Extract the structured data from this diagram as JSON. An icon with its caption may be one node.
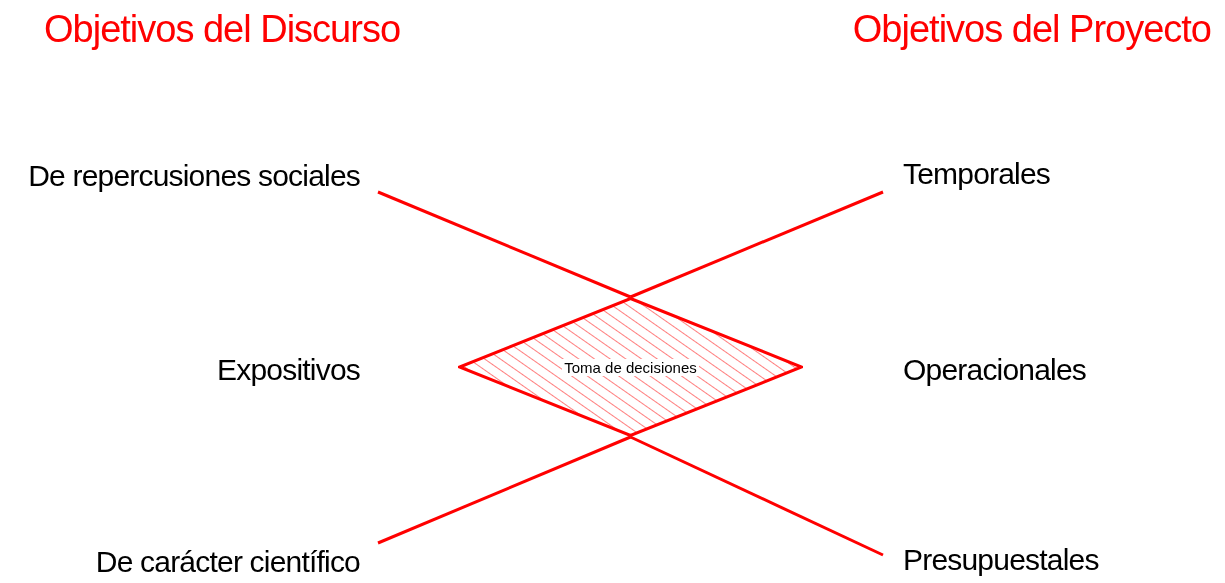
{
  "diagram": {
    "nodes": [
      {
        "text": [
          "De repercusiones sociales"
        ]
      },
      {
        "text": [
          "Temporales"
        ]
      },
      {
        "text": [
          "Expositivos"
        ]
      },
      {
        "text": [
          "Toma de decisiones"
        ]
      },
      {
        "text": [
          "Operacionales"
        ]
      },
      {
        "text": [
          "De carácter científico"
        ]
      },
      {
        "text": [
          "Presupuestales"
        ]
      }
    ],
    "edges": [
      {
        "from": 0,
        "to": 3,
        "arrow": "none"
      },
      {
        "from": 3,
        "to": 1,
        "arrow": "none"
      },
      {
        "from": 5,
        "to": 3,
        "arrow": "none"
      },
      {
        "from": 3,
        "to": 6,
        "arrow": "none"
      }
    ],
    "labels": [
      "Objetivos del Discurso",
      "Objetivos del Proyecto"
    ]
  }
}
